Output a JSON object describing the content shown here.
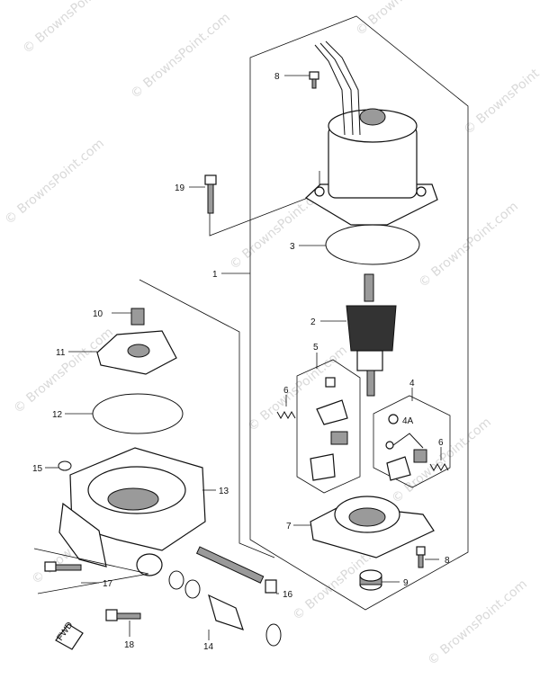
{
  "watermark": "© BrownsPoint.com",
  "direction_arrow": "FWD",
  "callouts": {
    "c1": "1",
    "c2": "2",
    "c3": "3",
    "c4": "4",
    "c4a": "4A",
    "c5": "5",
    "c6a": "6",
    "c6b": "6",
    "c7": "7",
    "c8a": "8",
    "c8b": "8",
    "c9": "9",
    "c10": "10",
    "c11": "11",
    "c12": "12",
    "c13": "13",
    "c14": "14",
    "c15": "15",
    "c16": "16",
    "c17": "17",
    "c18": "18",
    "c19": "19"
  }
}
